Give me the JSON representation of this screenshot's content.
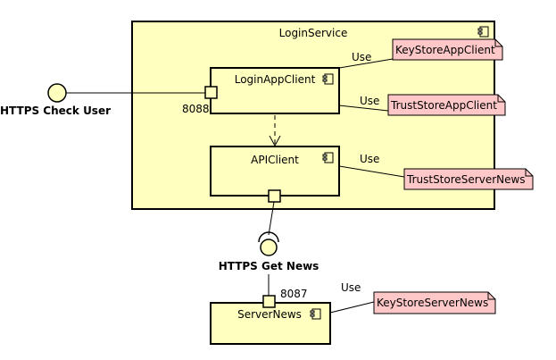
{
  "components": {
    "login_service": "LoginService",
    "login_app_client": "LoginAppClient",
    "api_client": "APIClient",
    "server_news": "ServerNews"
  },
  "interfaces": {
    "check_user": "HTTPS Check User",
    "get_news": "HTTPS Get News"
  },
  "ports": {
    "login_port": "8088",
    "news_port": "8087"
  },
  "notes": {
    "keystore_app_client": "KeyStoreAppClient",
    "truststore_app_client": "TrustStoreAppClient",
    "truststore_server_news": "TrustStoreServerNews",
    "keystore_server_news": "KeyStoreServerNews"
  },
  "relations": {
    "use_1": "Use",
    "use_2": "Use",
    "use_3": "Use",
    "use_4": "Use"
  },
  "colors": {
    "component_fill": "#ffffc0",
    "note_fill": "#ffc8c8"
  }
}
